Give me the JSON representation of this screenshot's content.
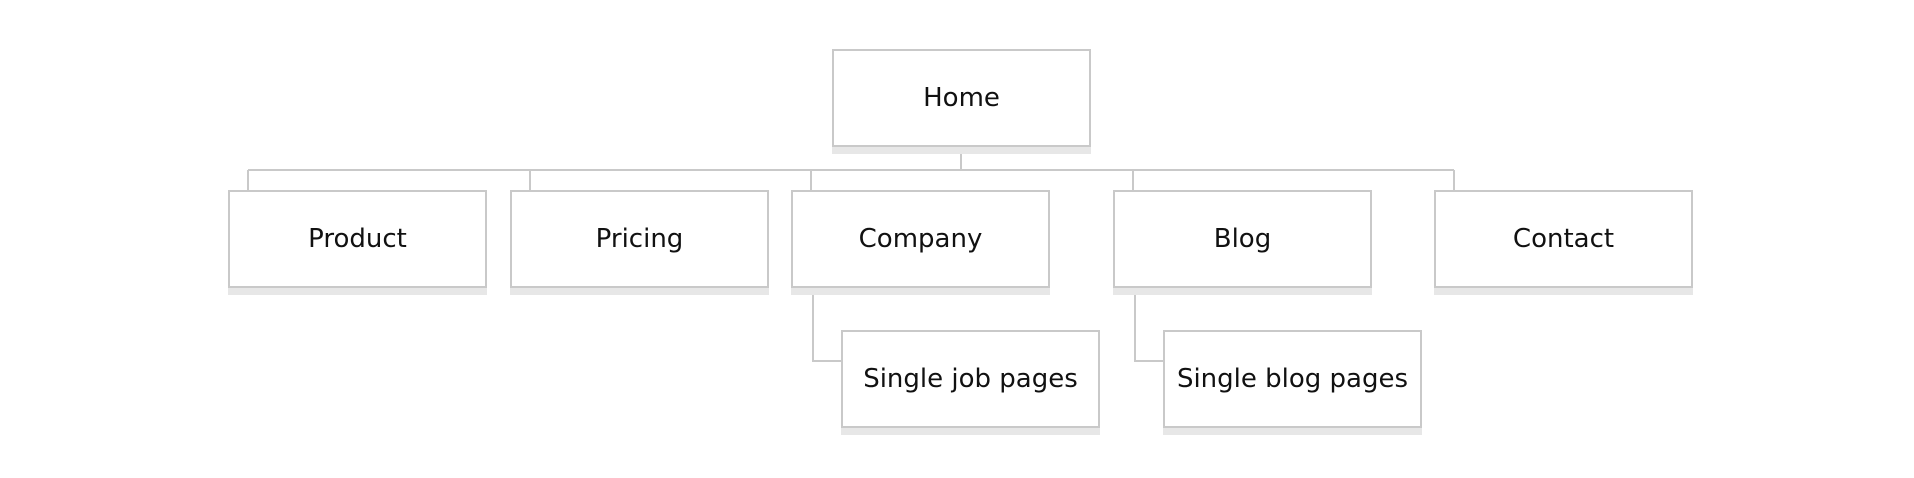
{
  "sitemap": {
    "home": {
      "label": "Home"
    },
    "sections": [
      {
        "label": "Product"
      },
      {
        "label": "Pricing"
      },
      {
        "label": "Company",
        "child": {
          "label": "Single job pages"
        }
      },
      {
        "label": "Blog",
        "child": {
          "label": "Single blog pages"
        }
      },
      {
        "label": "Contact"
      }
    ]
  }
}
